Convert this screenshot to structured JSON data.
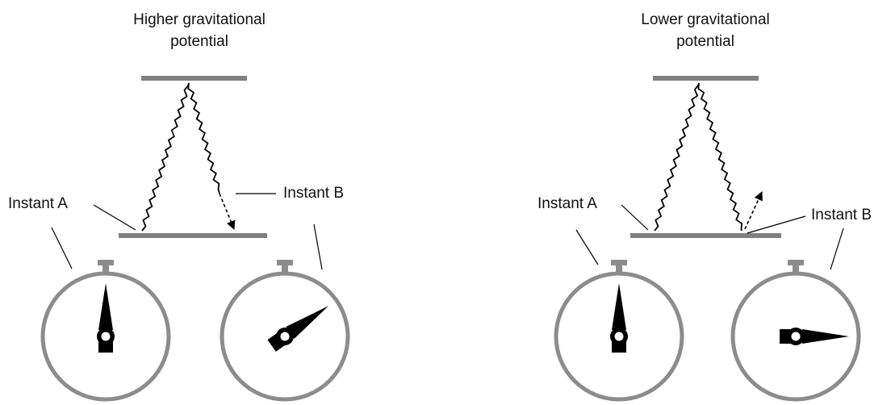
{
  "panels": [
    {
      "title_line1": "Higher gravitational",
      "title_line2": "potential",
      "label_a": "Instant A",
      "label_b": "Instant B",
      "clock_a": {
        "hand_direction": "up"
      },
      "clock_b": {
        "hand_direction": "up-right"
      },
      "return_ray": "incoming-dashed-arrow"
    },
    {
      "title_line1": "Lower gravitational",
      "title_line2": "potential",
      "label_a": "Instant A",
      "label_b": "Instant B",
      "clock_a": {
        "hand_direction": "up"
      },
      "clock_b": {
        "hand_direction": "right"
      },
      "return_ray": "outgoing-dashed-arrow"
    }
  ],
  "colors": {
    "mirror": "#808080",
    "clock_ring": "#8c8c8c",
    "hand": "#000000",
    "text": "#111111"
  }
}
